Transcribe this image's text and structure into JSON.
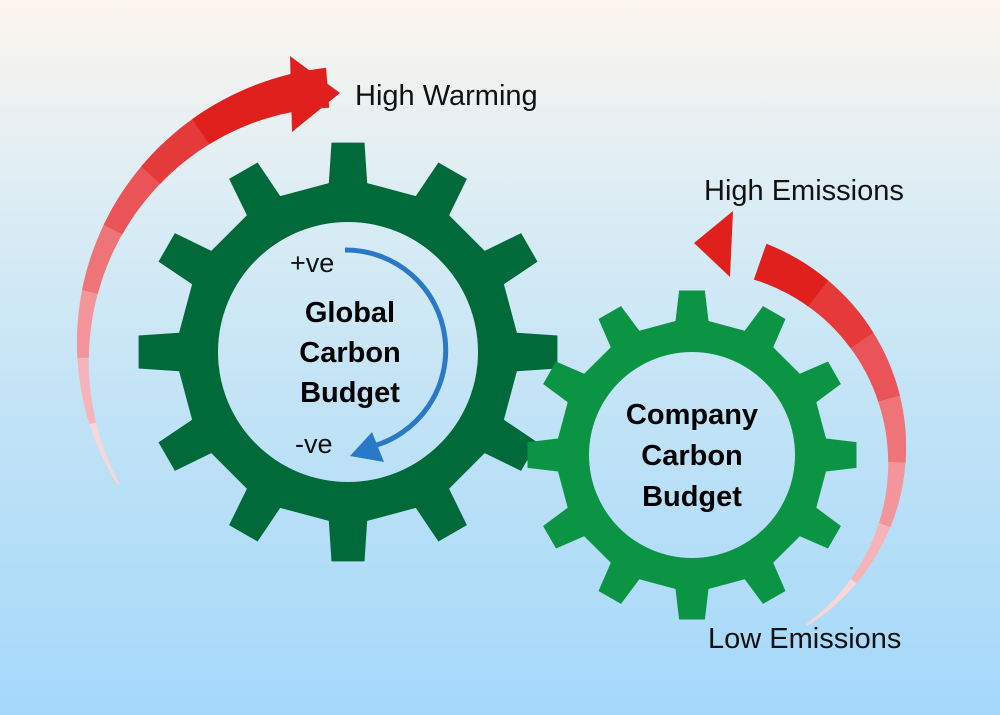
{
  "labels": {
    "high_warming": "High Warming",
    "high_emissions": "High Emissions",
    "low_emissions": "Low Emissions"
  },
  "global_gear": {
    "lines": [
      "Global",
      "Carbon",
      "Budget"
    ],
    "plus": "+ve",
    "minus": "-ve",
    "color": "#006a3a"
  },
  "company_gear": {
    "lines": [
      "Company",
      "Carbon",
      "Budget"
    ],
    "color": "#0a9444"
  },
  "colors": {
    "arrow_red": "#e0201c",
    "arrow_blue": "#2a78c8"
  }
}
